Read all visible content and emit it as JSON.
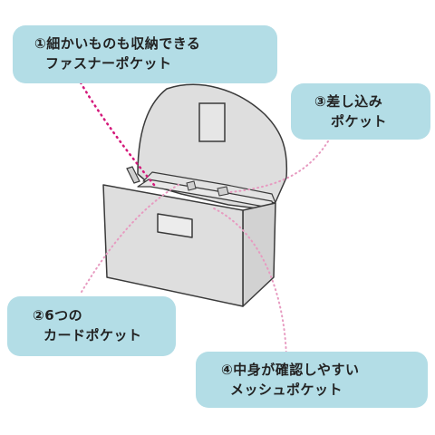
{
  "callouts": {
    "zipper_pocket": {
      "line1": "①細かいものも収納できる",
      "line2": "ファスナーポケット"
    },
    "card_pockets": {
      "line1": "②6つの",
      "line2": "カードポケット"
    },
    "slip_pocket": {
      "line1": "③差し込み",
      "line2": "ポケット"
    },
    "mesh_pocket": {
      "line1": "④中身が確認しやすい",
      "line2": "メッシュポケット"
    }
  },
  "colors": {
    "callout_bg": "#b3dde6",
    "bag_fill": "#dedede",
    "bag_stroke": "#3a3a3a",
    "leader_magenta": "#d4187a",
    "leader_pink": "#e79ac0"
  }
}
